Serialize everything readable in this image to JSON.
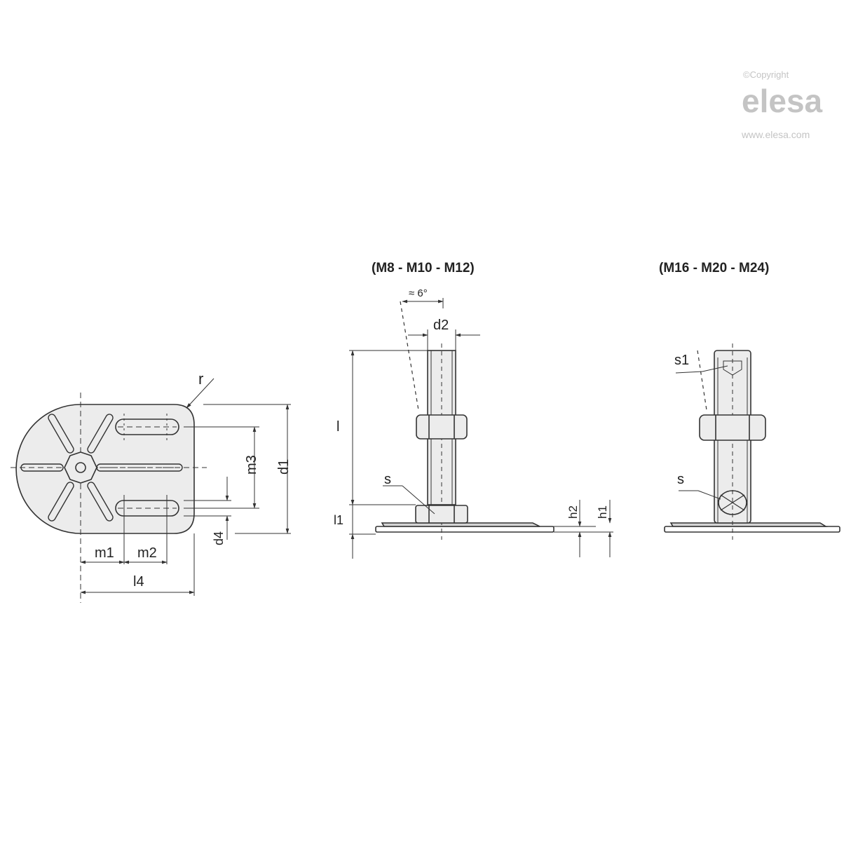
{
  "watermark": {
    "copyright": "©Copyright",
    "brand": "elesa",
    "url": "www.elesa.com",
    "color": "#c4c4c4"
  },
  "views": {
    "plan": {
      "labels": {
        "r": "r",
        "m3": "m3",
        "d1": "d1",
        "d4": "d4",
        "m1": "m1",
        "m2": "m2",
        "l4": "l4"
      }
    },
    "small_sizes": {
      "title": "(M8 - M10 - M12)",
      "labels": {
        "angle": "≈ 6°",
        "d2": "d2",
        "l": "l",
        "l1": "l1",
        "s": "s",
        "h2": "h2",
        "h1": "h1"
      }
    },
    "large_sizes": {
      "title": "(M16 - M20 - M24)",
      "labels": {
        "s1": "s1",
        "s": "s"
      }
    }
  },
  "colors": {
    "line": "#333333",
    "fill": "#ececec",
    "plate": "#d4d4d4"
  }
}
